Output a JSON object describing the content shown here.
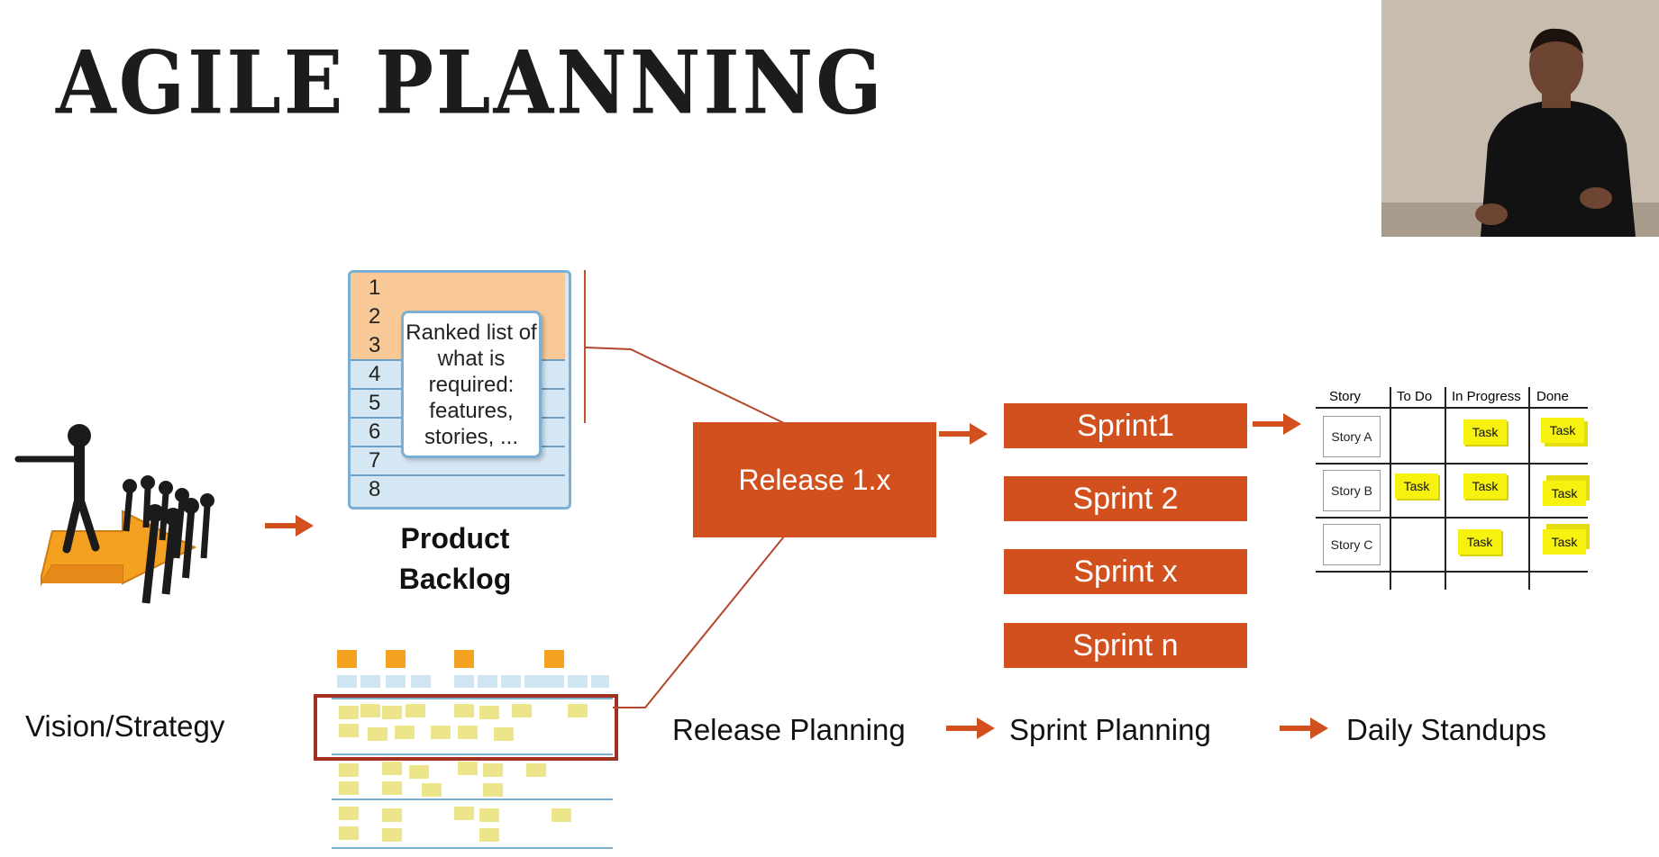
{
  "title": "AGILE PLANNING",
  "vision": {
    "label": "Vision/Strategy"
  },
  "backlog": {
    "rows": [
      "1",
      "2",
      "3",
      "4",
      "5",
      "6",
      "7",
      "8"
    ],
    "note": "Ranked list of what is required: features, stories, ...",
    "caption_line1": "Product",
    "caption_line2": "Backlog"
  },
  "release": {
    "label": "Release 1.x"
  },
  "sprints": [
    "Sprint1",
    "Sprint 2",
    "Sprint x",
    "Sprint n"
  ],
  "board": {
    "headers": [
      "Story",
      "To Do",
      "In Progress",
      "Done"
    ],
    "stories": [
      "Story A",
      "Story B",
      "Story C"
    ],
    "task_label": "Task"
  },
  "flow": [
    "Release Planning",
    "Sprint Planning",
    "Daily Standups"
  ],
  "colors": {
    "accent": "#d2501e",
    "sticky": "#f6f10f",
    "backlog_top": "#f8c996",
    "backlog_bottom": "#d6e7f4"
  }
}
